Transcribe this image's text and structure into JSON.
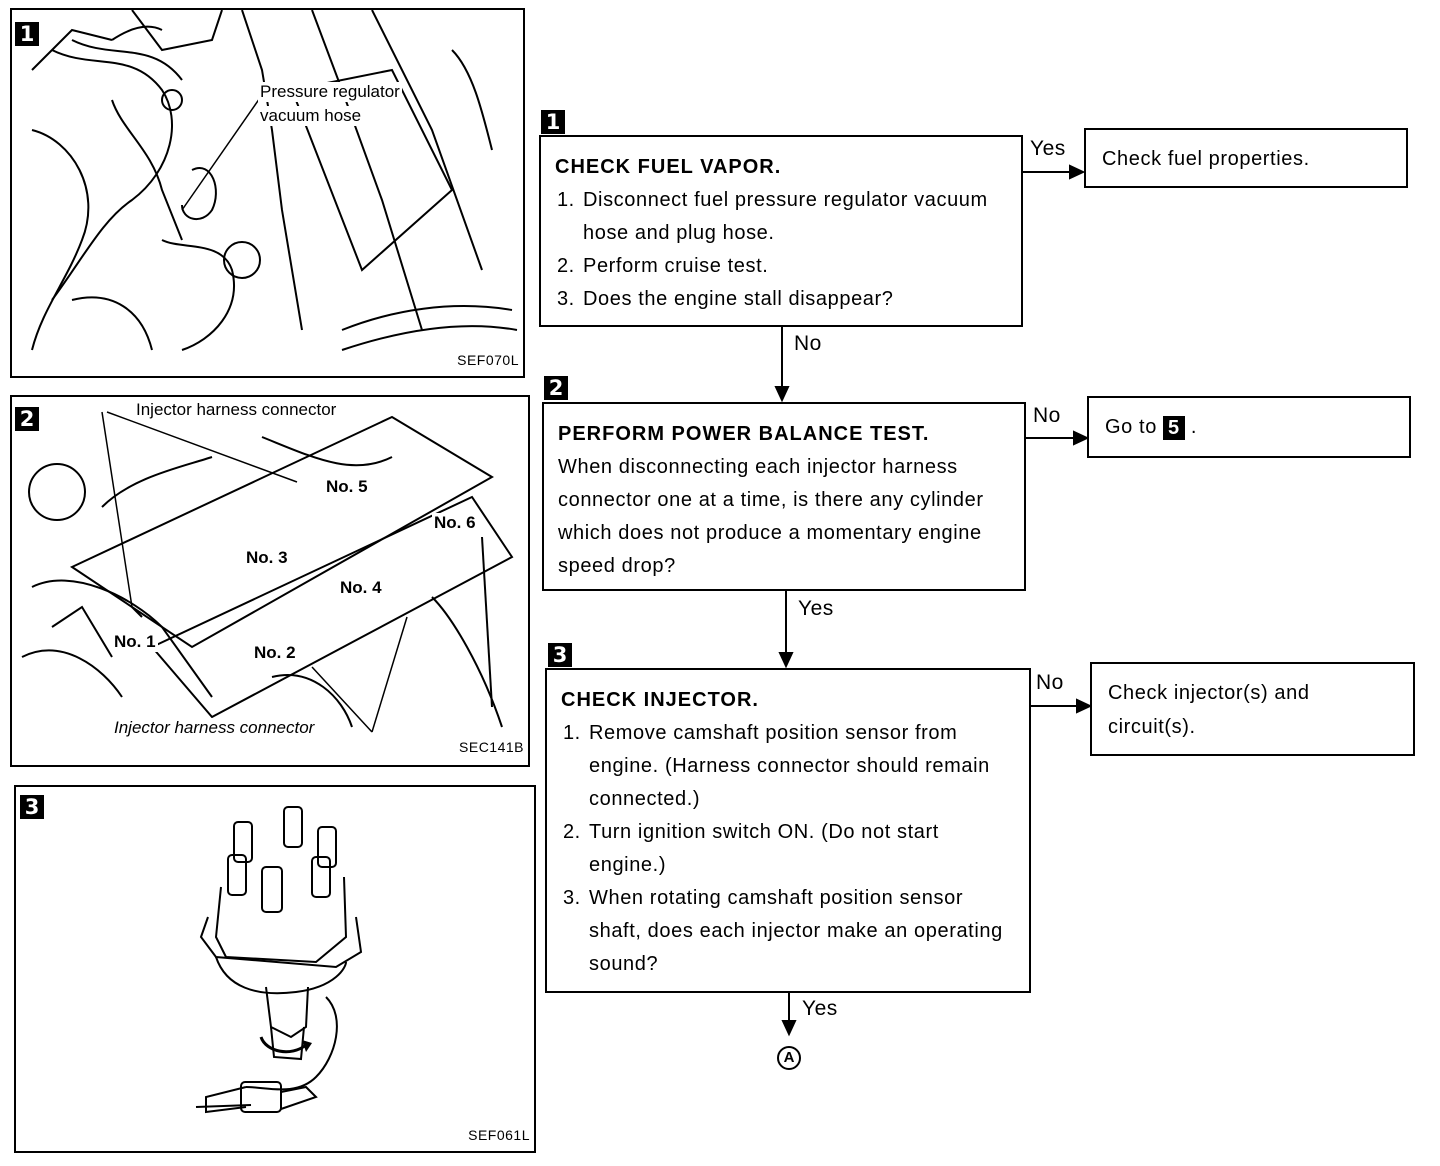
{
  "figures": [
    {
      "number": "1",
      "tag": "SEF070L",
      "callouts": [
        "Pressure regulator",
        "vacuum hose"
      ]
    },
    {
      "number": "2",
      "tag": "SEC141B",
      "callouts": [
        "Injector harness connector",
        "No. 5",
        "No. 6",
        "No. 3",
        "No. 4",
        "No. 1",
        "No. 2",
        "Injector harness connector"
      ]
    },
    {
      "number": "3",
      "tag": "SEF061L",
      "callouts": []
    }
  ],
  "steps": [
    {
      "number": "1",
      "title": "CHECK FUEL VAPOR.",
      "items": [
        "Disconnect fuel pressure regulator vacuum hose and plug hose.",
        "Perform cruise test.",
        "Does the engine stall disappear?"
      ]
    },
    {
      "number": "2",
      "title": "PERFORM POWER BALANCE TEST.",
      "body": "When disconnecting each injector harness connector one at a time, is there any cylinder which does not produce a momentary engine speed drop?"
    },
    {
      "number": "3",
      "title": "CHECK INJECTOR.",
      "items": [
        "Remove camshaft position sensor from engine. (Harness connector should remain connected.)",
        "Turn ignition switch ON. (Do not start engine.)",
        "When rotating camshaft position sensor shaft, does each injector make an operating sound?"
      ]
    }
  ],
  "results": {
    "r1": "Check fuel properties.",
    "r2_prefix": "Go to",
    "r2_ref": "5",
    "r2_suffix": ".",
    "r3": "Check injector(s) and circuit(s)."
  },
  "labels": {
    "yes1": "Yes",
    "no1": "No",
    "no2": "No",
    "yes2": "Yes",
    "no3": "No",
    "yes3": "Yes"
  },
  "connector": "A"
}
